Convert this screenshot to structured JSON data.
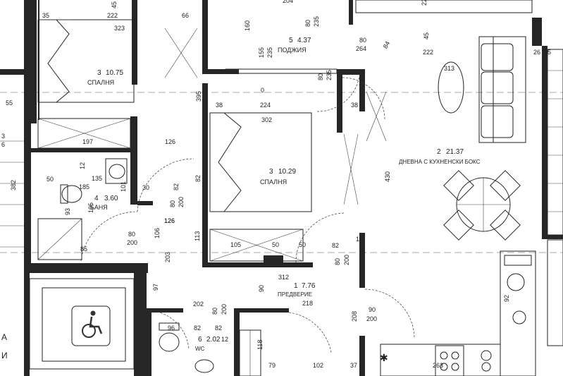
{
  "rooms": [
    {
      "num": "3",
      "area": "10.75",
      "name": "СПАЛНЯ"
    },
    {
      "num": "3",
      "area": "10.29",
      "name": "СПАЛНЯ"
    },
    {
      "num": "5",
      "area": "4.37",
      "name": "ПОДЖИЯ"
    },
    {
      "num": "4",
      "area": "3.60",
      "name": "БАНЯ"
    },
    {
      "num": "2",
      "area": "21.37",
      "name": "ДНЕВНА С КУХНЕНСКИ БОКС"
    },
    {
      "num": "1",
      "area": "7.76",
      "name": "ПРЕДВЕРИЕ"
    },
    {
      "num": "6",
      "area": "2.02",
      "name": "WC"
    }
  ],
  "dimensions": [
    "35",
    "222",
    "45",
    "323",
    "66",
    "204",
    "160",
    "80",
    "235",
    "22",
    "45",
    "222",
    "155",
    "235",
    "80",
    "84",
    "313",
    "26",
    "25",
    "0",
    "80",
    "235",
    "264",
    "395",
    "224",
    "38",
    "38",
    "302",
    "55",
    "197",
    "126",
    "126",
    "50",
    "135",
    "12",
    "185",
    "101",
    "30",
    "82",
    "80",
    "200",
    "93",
    "195",
    "126",
    "82",
    "80",
    "200",
    "106",
    "113",
    "85",
    "203",
    "105",
    "50",
    "50",
    "82",
    "430",
    "12",
    "80",
    "200",
    "312",
    "90",
    "218",
    "97",
    "202",
    "80",
    "200",
    "82",
    "96",
    "82",
    "208",
    "90",
    "200",
    "92",
    "118",
    "12",
    "79",
    "102",
    "37",
    "263",
    "382",
    "3",
    "6"
  ],
  "side_letters": [
    "А",
    "И"
  ],
  "icons": [
    "wheelchair-icon",
    "toilet-icon",
    "sink-icon",
    "shower-tray-icon",
    "hob-icon",
    "sofa-icon",
    "dining-table-icon",
    "bed-icon",
    "washbasin-icon"
  ]
}
